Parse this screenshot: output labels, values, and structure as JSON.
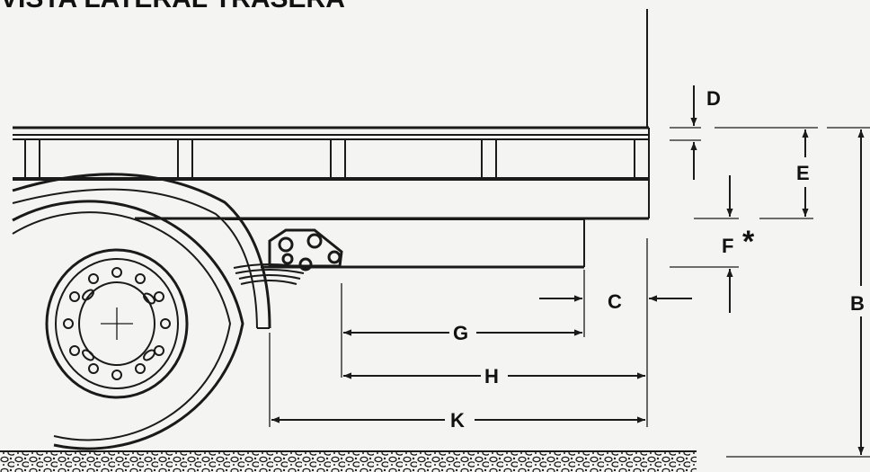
{
  "title": "VISTA LATERAL TRASERA",
  "labels": {
    "b": "B",
    "c": "C",
    "d": "D",
    "e": "E",
    "f": "F",
    "f_note": "*",
    "g": "G",
    "h": "H",
    "k": "K"
  },
  "colors": {
    "ink": "#1a1a1a",
    "paper": "#f4f4f2"
  }
}
